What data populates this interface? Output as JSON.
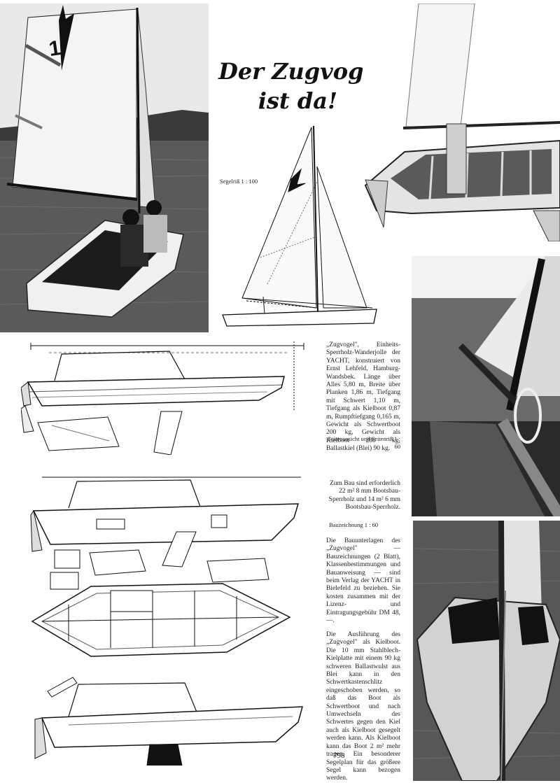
{
  "title": {
    "line1": "Der Zugvogel",
    "line2": "ist da!"
  },
  "sail_number": "1",
  "labels": {
    "sail_plan": "Segelriß 1 : 100",
    "side_view": "Seitenansicht und Seitenriß 1 : 60",
    "construction": "Bauzeichnung 1 : 60"
  },
  "captions": {
    "intro": "„Zugvogel\", Einheits-Sperrholz-Wanderjolle der YACHT, konstruiert von Ernst Lehfeld, Hamburg-Wandsbek. Länge über Alles 5,80 m, Breite über Planken 1,86 m, Tiefgang mit Schwert 1,10 m, Tiefgang als Kielboot 0,87 m, Rumpftiefgang 0,165 m, Gewicht als Schwertboot 200 kg, Gewicht als Kielboot 280 kg, Ballastkiel (Blei) 90 kg.",
    "materials": "Zum Bau sind erforderlich 22 m² 8 mm Bootsbau-Sperrholz und 14 m² 6 mm Bootsbau-Sperrholz.",
    "plans": "Die Bauunterlagen des „Zugvogel\" — Bauzeichnungen (2 Blatt), Klassenbestimmungen und Bauanweisung — sind beim Verlag der YACHT in Bielefeld zu beziehen. Sie kosten zusammen mit der Lizenz- und Eintragungsgebühr DM 48,—.",
    "keel": "Die Ausführung des „Zugvogel\" als Kielboot. Die 10 mm Stahlblech-Kielplatte mit einem 90 kg schweren Ballastwulst aus Blei kann in den Schwertkastenschlitz eingeschoben werden, so daß das Boot als Schwertboot und nach Umwechseln des Schwertes gegen den Kiel auch als Kielboot gesegelt werden kann. Als Kielboot kann das Boot 2 m² mehr tragen. Ein besonderer Segelplan für das größere Segel kann bezogen werden."
  },
  "page_number": "798"
}
